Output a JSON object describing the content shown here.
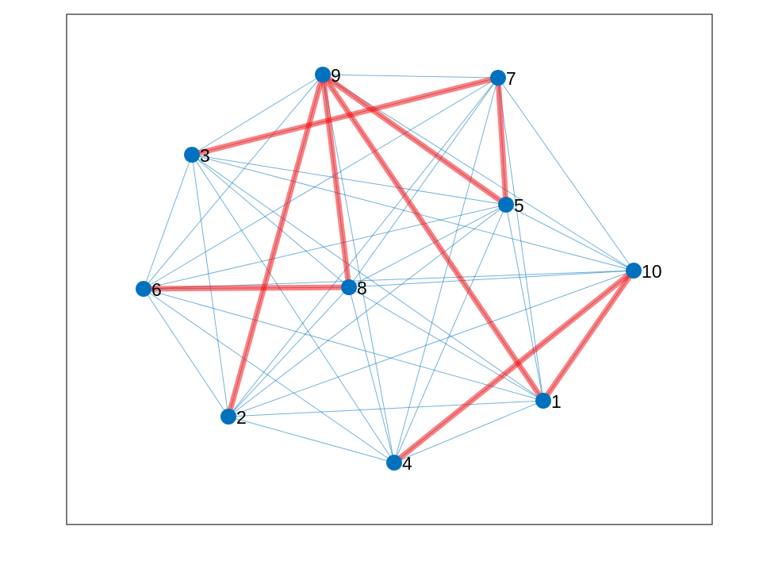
{
  "graph": {
    "nodes": [
      {
        "id": "1",
        "label": "1"
      },
      {
        "id": "2",
        "label": "2"
      },
      {
        "id": "3",
        "label": "3"
      },
      {
        "id": "4",
        "label": "4"
      },
      {
        "id": "5",
        "label": "5"
      },
      {
        "id": "6",
        "label": "6"
      },
      {
        "id": "7",
        "label": "7"
      },
      {
        "id": "8",
        "label": "8"
      },
      {
        "id": "9",
        "label": "9"
      },
      {
        "id": "10",
        "label": "10"
      }
    ],
    "edges": [
      [
        "1",
        "2"
      ],
      [
        "1",
        "3"
      ],
      [
        "1",
        "4"
      ],
      [
        "1",
        "5"
      ],
      [
        "1",
        "6"
      ],
      [
        "1",
        "7"
      ],
      [
        "1",
        "8"
      ],
      [
        "1",
        "9"
      ],
      [
        "1",
        "10"
      ],
      [
        "2",
        "3"
      ],
      [
        "2",
        "4"
      ],
      [
        "2",
        "5"
      ],
      [
        "2",
        "6"
      ],
      [
        "2",
        "7"
      ],
      [
        "2",
        "8"
      ],
      [
        "2",
        "9"
      ],
      [
        "2",
        "10"
      ],
      [
        "3",
        "4"
      ],
      [
        "3",
        "5"
      ],
      [
        "3",
        "6"
      ],
      [
        "3",
        "7"
      ],
      [
        "3",
        "8"
      ],
      [
        "3",
        "9"
      ],
      [
        "3",
        "10"
      ],
      [
        "4",
        "5"
      ],
      [
        "4",
        "6"
      ],
      [
        "4",
        "7"
      ],
      [
        "4",
        "8"
      ],
      [
        "4",
        "9"
      ],
      [
        "4",
        "10"
      ],
      [
        "5",
        "6"
      ],
      [
        "5",
        "7"
      ],
      [
        "5",
        "8"
      ],
      [
        "5",
        "9"
      ],
      [
        "5",
        "10"
      ],
      [
        "6",
        "7"
      ],
      [
        "6",
        "8"
      ],
      [
        "6",
        "9"
      ],
      [
        "6",
        "10"
      ],
      [
        "7",
        "8"
      ],
      [
        "7",
        "9"
      ],
      [
        "7",
        "10"
      ],
      [
        "8",
        "9"
      ],
      [
        "8",
        "10"
      ],
      [
        "9",
        "10"
      ]
    ],
    "highlighted_path": [
      "3",
      "7",
      "5",
      "9",
      "2",
      "9",
      "8",
      "6",
      "8",
      "9",
      "1",
      "10",
      "4"
    ],
    "highlighted_edges": [
      [
        "3",
        "7"
      ],
      [
        "7",
        "5"
      ],
      [
        "5",
        "9"
      ],
      [
        "9",
        "2"
      ],
      [
        "9",
        "8"
      ],
      [
        "8",
        "6"
      ],
      [
        "9",
        "1"
      ],
      [
        "1",
        "10"
      ],
      [
        "10",
        "4"
      ]
    ],
    "colors": {
      "node": "#0072BD",
      "edge": "#0072BD",
      "highlight": "#FF0000",
      "frame": "#262626",
      "label": "#000000"
    }
  }
}
